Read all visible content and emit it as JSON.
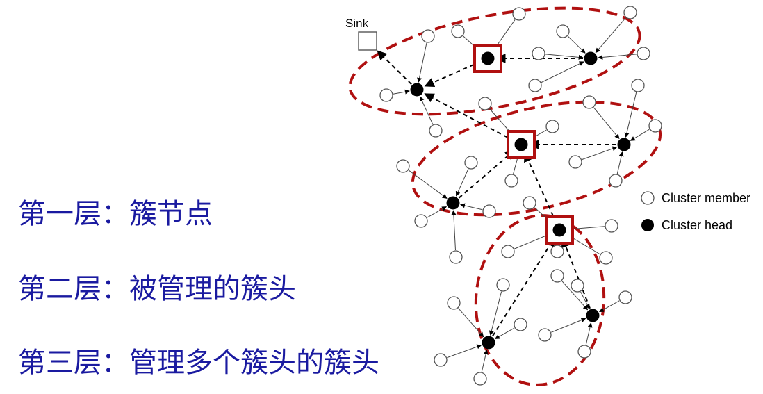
{
  "layers": [
    {
      "label": "第一层：簇节点"
    },
    {
      "label": "第二层：被管理的簇头"
    },
    {
      "label": "第三层：管理多个簇头的簇头"
    }
  ],
  "diagram": {
    "sink_label": "Sink",
    "legend": {
      "member_label": "Cluster member",
      "head_label": "Cluster head"
    },
    "colors": {
      "layer_text": "#1a1aa0",
      "cluster_outline": "#b01010",
      "manager_box": "#b01010",
      "node_fill_head": "#000000",
      "node_fill_member": "#ffffff"
    }
  }
}
